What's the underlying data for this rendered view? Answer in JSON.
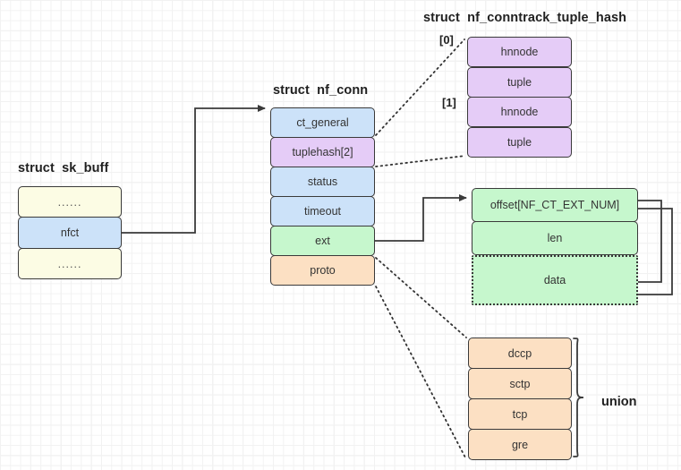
{
  "diagram": {
    "title_skb": "struct  sk_buff",
    "title_nfconn": "struct  nf_conn",
    "title_tuplehash": "struct  nf_conntrack_tuple_hash",
    "union_label": "union",
    "index_0": "[0]",
    "index_1": "[1]",
    "colors": {
      "cream": "#fcfce4",
      "blue": "#cce2f9",
      "purple": "#e5ccf7",
      "green": "#c6f7cd",
      "orange": "#fce0c3",
      "stroke": "#3a3a3a",
      "grid": "#e6e6e6",
      "background": "#ffffff"
    },
    "sk_buff": {
      "fields": [
        {
          "label": "......",
          "color": "cream"
        },
        {
          "label": "nfct",
          "color": "blue"
        },
        {
          "label": "......",
          "color": "cream"
        }
      ]
    },
    "nf_conn": {
      "fields": [
        {
          "label": "ct_general",
          "color": "blue"
        },
        {
          "label": "tuplehash[2]",
          "color": "purple"
        },
        {
          "label": "status",
          "color": "blue"
        },
        {
          "label": "timeout",
          "color": "blue"
        },
        {
          "label": "ext",
          "color": "green"
        },
        {
          "label": "proto",
          "color": "orange"
        }
      ]
    },
    "tuple_hash": {
      "fields": [
        {
          "label": "hnnode",
          "color": "purple"
        },
        {
          "label": "tuple",
          "color": "purple"
        },
        {
          "label": "hnnode",
          "color": "purple"
        },
        {
          "label": "tuple",
          "color": "purple"
        }
      ]
    },
    "nf_ct_ext": {
      "fields": [
        {
          "label": "offset[NF_CT_EXT_NUM]",
          "color": "green",
          "border": "solid"
        },
        {
          "label": "len",
          "color": "green",
          "border": "solid"
        },
        {
          "label": "data",
          "color": "green",
          "border": "dotted"
        }
      ]
    },
    "proto_union": {
      "fields": [
        {
          "label": "dccp",
          "color": "orange"
        },
        {
          "label": "sctp",
          "color": "orange"
        },
        {
          "label": "tcp",
          "color": "orange"
        },
        {
          "label": "gre",
          "color": "orange"
        }
      ]
    }
  }
}
